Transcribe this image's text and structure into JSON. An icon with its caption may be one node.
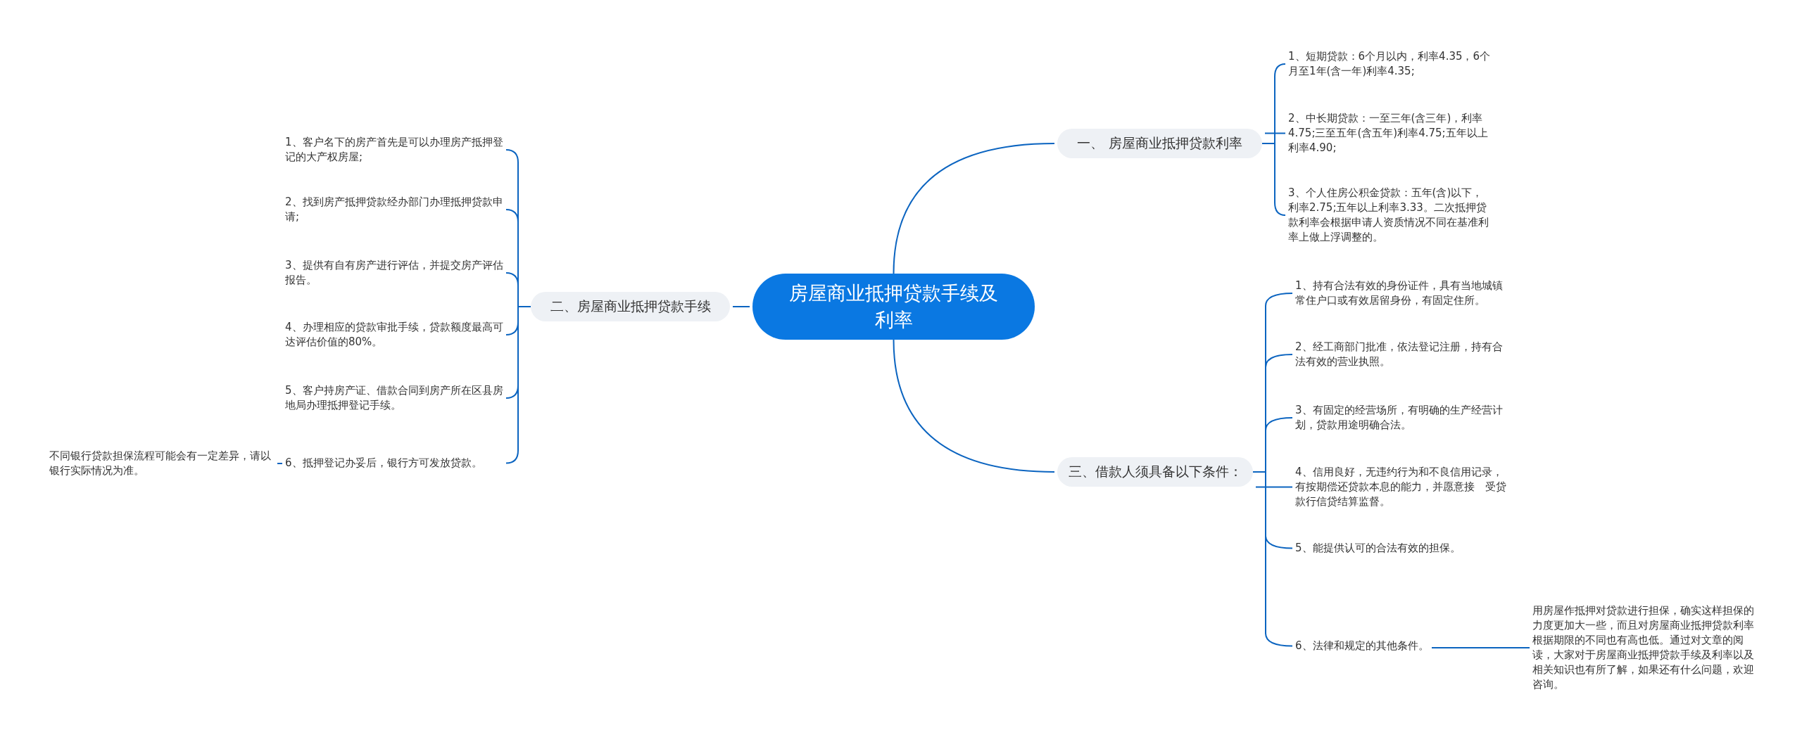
{
  "diagram": {
    "nodes": [
      {
        "text": [
          "房屋商业抵押贷款手续及利率"
        ]
      },
      {
        "text": [
          "一、 房屋商业抵押贷款利率"
        ]
      },
      {
        "text": [
          "1、短期贷款：6个月以内，利率4.35，6个月至1年(含一年)利率4.35;"
        ]
      },
      {
        "text": [
          "2、中长期贷款：一至三年(含三年)，利率4.75;三至五年(含五年)利率4.75;五年以上利率4.90;"
        ]
      },
      {
        "text": [
          "3、个人住房公积金贷款：五年(含)以下，利率2.75;五年以上利率3.33。二次抵押贷款利率会根据申请人资质情况不同在基准利率上做上浮调整的。"
        ]
      },
      {
        "text": [
          "二、房屋商业抵押贷款手续"
        ]
      },
      {
        "text": [
          "1、客户名下的房产首先是可以办理房产抵押登记的大产权房屋;"
        ]
      },
      {
        "text": [
          "2、找到房产抵押贷款经办部门办理抵押贷款申请;"
        ]
      },
      {
        "text": [
          "3、提供有自有房产进行评估，并提交房产评估报告。"
        ]
      },
      {
        "text": [
          "4、办理相应的贷款审批手续，贷款额度最高可达评估价值的80%。"
        ]
      },
      {
        "text": [
          "5、客户持房产证、借款合同到房产所在区县房地局办理抵押登记手续。"
        ]
      },
      {
        "text": [
          "6、抵押登记办妥后，银行方可发放贷款。"
        ]
      },
      {
        "text": [
          "不同银行贷款担保流程可能会有一定差异，请以银行实际情况为准。"
        ]
      },
      {
        "text": [
          "三、借款人须具备以下条件："
        ]
      },
      {
        "text": [
          "1、持有合法有效的身份证件，具有当地城镇常住户口或有效居留身份，有固定住所。"
        ]
      },
      {
        "text": [
          "2、经工商部门批准，依法登记注册，持有合法有效的营业执照。"
        ]
      },
      {
        "text": [
          "3、有固定的经营场所，有明确的生产经营计划，贷款用途明确合法。"
        ]
      },
      {
        "text": [
          "4、信用良好，无违约行为和不良信用记录，有按期偿还贷款本息的能力，并愿意接　受贷款行信贷结算监督。"
        ]
      },
      {
        "text": [
          "5、能提供认可的合法有效的担保。"
        ]
      },
      {
        "text": [
          "6、法律和规定的其他条件。"
        ]
      },
      {
        "text": [
          "用房屋作抵押对贷款进行担保，确实这样担保的力度更加大一些，而且对房屋商业抵押贷款利率根据期限的不同也有高也低。通过对文章的阅读，大家对于房屋商业抵押贷款手续及利率以及相关知识也有所了解，如果还有什么问题，欢迎咨询。"
        ]
      }
    ],
    "edges": [
      {
        "from": 0,
        "to": 1,
        "arrow": "none"
      },
      {
        "from": 1,
        "to": 2,
        "arrow": "none"
      },
      {
        "from": 1,
        "to": 3,
        "arrow": "none"
      },
      {
        "from": 1,
        "to": 4,
        "arrow": "none"
      },
      {
        "from": 0,
        "to": 5,
        "arrow": "none"
      },
      {
        "from": 5,
        "to": 6,
        "arrow": "none"
      },
      {
        "from": 5,
        "to": 7,
        "arrow": "none"
      },
      {
        "from": 5,
        "to": 8,
        "arrow": "none"
      },
      {
        "from": 5,
        "to": 9,
        "arrow": "none"
      },
      {
        "from": 5,
        "to": 10,
        "arrow": "none"
      },
      {
        "from": 5,
        "to": 11,
        "arrow": "none"
      },
      {
        "from": 11,
        "to": 12,
        "arrow": "none"
      },
      {
        "from": 0,
        "to": 13,
        "arrow": "none"
      },
      {
        "from": 13,
        "to": 14,
        "arrow": "none"
      },
      {
        "from": 13,
        "to": 15,
        "arrow": "none"
      },
      {
        "from": 13,
        "to": 16,
        "arrow": "none"
      },
      {
        "from": 13,
        "to": 17,
        "arrow": "none"
      },
      {
        "from": 13,
        "to": 18,
        "arrow": "none"
      },
      {
        "from": 13,
        "to": 19,
        "arrow": "none"
      },
      {
        "from": 19,
        "to": 20,
        "arrow": "none"
      }
    ]
  }
}
